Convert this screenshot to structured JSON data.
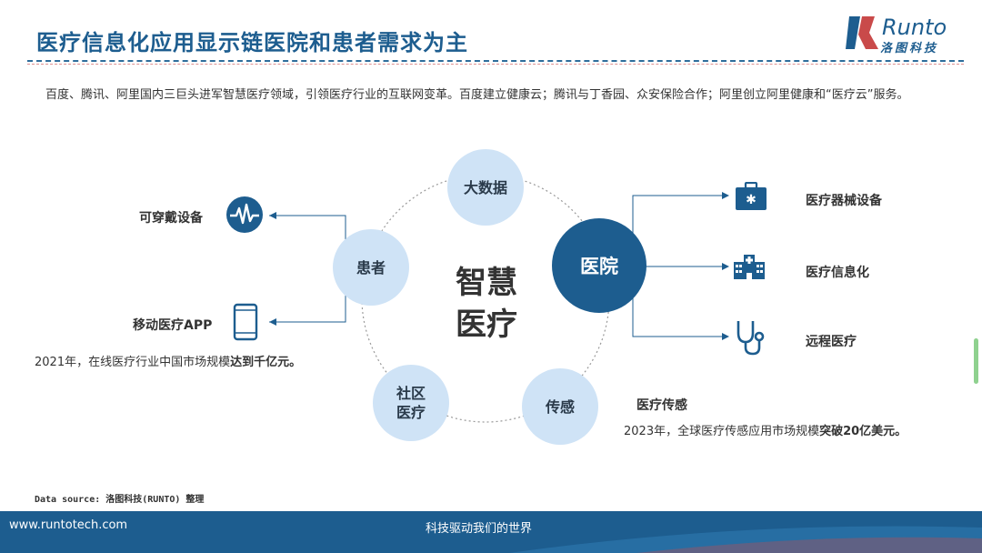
{
  "title": "医疗信息化应用显示链医院和患者需求为主",
  "logo": {
    "word": "Runto",
    "sub": "洛图科技"
  },
  "intro": "百度、腾讯、阿里国内三巨头进军智慧医疗领域，引领医疗行业的互联网变革。百度建立健康云；腾讯与丁香园、众安保险合作；阿里创立阿里健康和“医疗云”服务。",
  "center": {
    "line1": "智慧",
    "line2": "医疗"
  },
  "nodes": {
    "bigdata": "大数据",
    "patient": "患者",
    "hospital": "医院",
    "community_line1": "社区",
    "community_line2": "医疗",
    "sensing": "传感"
  },
  "left_items": {
    "wearable": "可穿戴设备",
    "mobile_app": "移动医疗APP"
  },
  "right_items": {
    "equipment": "医疗器械设备",
    "informatization": "医疗信息化",
    "remote": "远程医疗"
  },
  "notes": {
    "online_prefix": "2021年，在线医疗行业中国市场规模",
    "online_bold": "达到千亿元。",
    "sensing_title": "医疗传感",
    "sensing_prefix": "2023年，全球医疗传感应用市场规模",
    "sensing_bold": "突破20亿美元。"
  },
  "source": "Data source: 洛图科技(RUNTO) 整理",
  "footer": {
    "url": "www.runtotech.com",
    "slogan": "科技驱动我们的世界"
  },
  "colors": {
    "primary": "#1d5d8f",
    "light": "#cfe3f6",
    "accent": "#c94a4a"
  }
}
